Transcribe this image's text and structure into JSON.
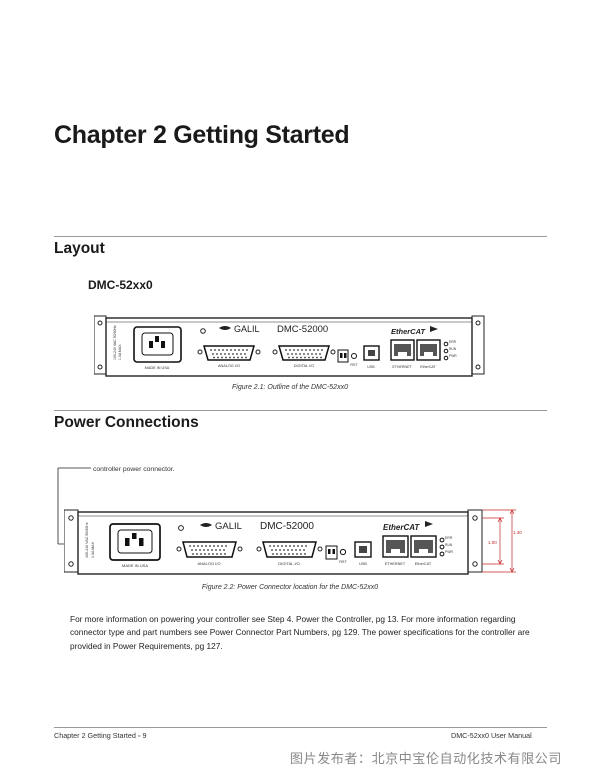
{
  "chapter_title": "Chapter 2 Getting Started",
  "layout": {
    "heading": "Layout",
    "subheading": "DMC-52xx0",
    "caption": "Figure 2.1: Outline of the DMC-52xx0"
  },
  "power": {
    "heading": "Power Connections",
    "callout": "controller power connector.",
    "caption": "Figure 2.2: Power Connector location for the DMC-52xx0",
    "paragraph": "For more information on powering your controller see Step 4. Power the Controller, pg 13. For more information regarding connector type and part numbers see Power Connector Part Numbers, pg 129. The power specifications for the controller are provided in Power Requirements, pg 127."
  },
  "device": {
    "brand": "GALIL",
    "model": "DMC-52000",
    "ethercat_logo": "EtherCAT",
    "made_in": "MADE IN USA",
    "analog_label": "ANALOG I/O",
    "digital_label": "DIGITAL I/O",
    "rst_label": "RST",
    "usb_label": "USB",
    "ethernet_label": "ETHERNET",
    "ethercat_label": "EtherCAT",
    "err_label": "ERR",
    "run_label": "RUN",
    "pwr_label": "PWR",
    "dim_1": "1.40",
    "dim_2": "1.00"
  },
  "footer": {
    "left": "Chapter 2 Getting Started ▫ 9",
    "right": "DMC-52xx0 User Manual"
  },
  "watermark": "图片发布者：北京中宝伦自动化技术有限公司"
}
